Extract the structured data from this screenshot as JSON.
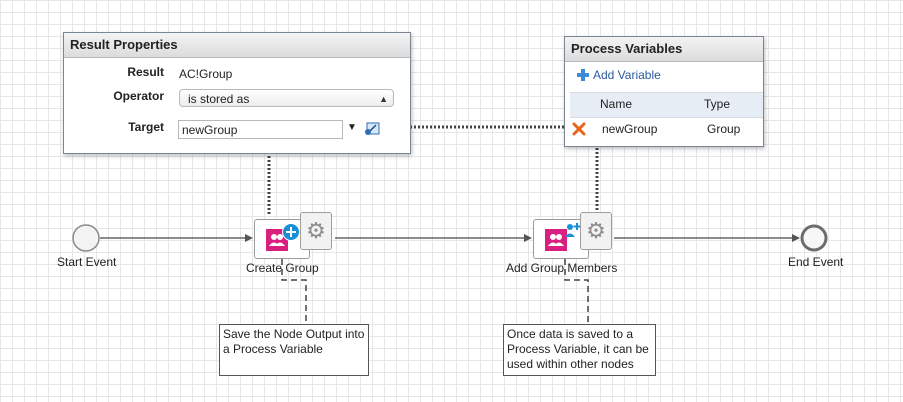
{
  "result_properties": {
    "title": "Result Properties",
    "result_label": "Result",
    "result_value": "AC!Group",
    "operator_label": "Operator",
    "operator_value": "is stored as",
    "target_label": "Target",
    "target_value": "newGroup"
  },
  "process_variables": {
    "title": "Process Variables",
    "add_variable": "Add Variable",
    "columns": {
      "name": "Name",
      "type": "Type"
    },
    "rows": [
      {
        "name": "newGroup",
        "type": "Group"
      }
    ]
  },
  "nodes": {
    "start": "Start Event",
    "create_group": "Create Group",
    "add_group_members": "Add Group Members",
    "end": "End Event"
  },
  "annotations": {
    "first": [
      "Save the Node Output into",
      "a Process Variable"
    ],
    "second": [
      "Once data is saved to a",
      "Process Variable, it can be",
      "used within other nodes"
    ]
  },
  "icons": {
    "delete": "delete-x-icon",
    "add": "add-variable-icon",
    "gear": "gear-icon",
    "group": "group-icon",
    "expression_editor": "expression-editor-icon"
  },
  "colors": {
    "node_icon": "#d9207f",
    "add_badge": "#1a8fd6",
    "delete": "#e8641c",
    "link": "#2c5aa0"
  }
}
